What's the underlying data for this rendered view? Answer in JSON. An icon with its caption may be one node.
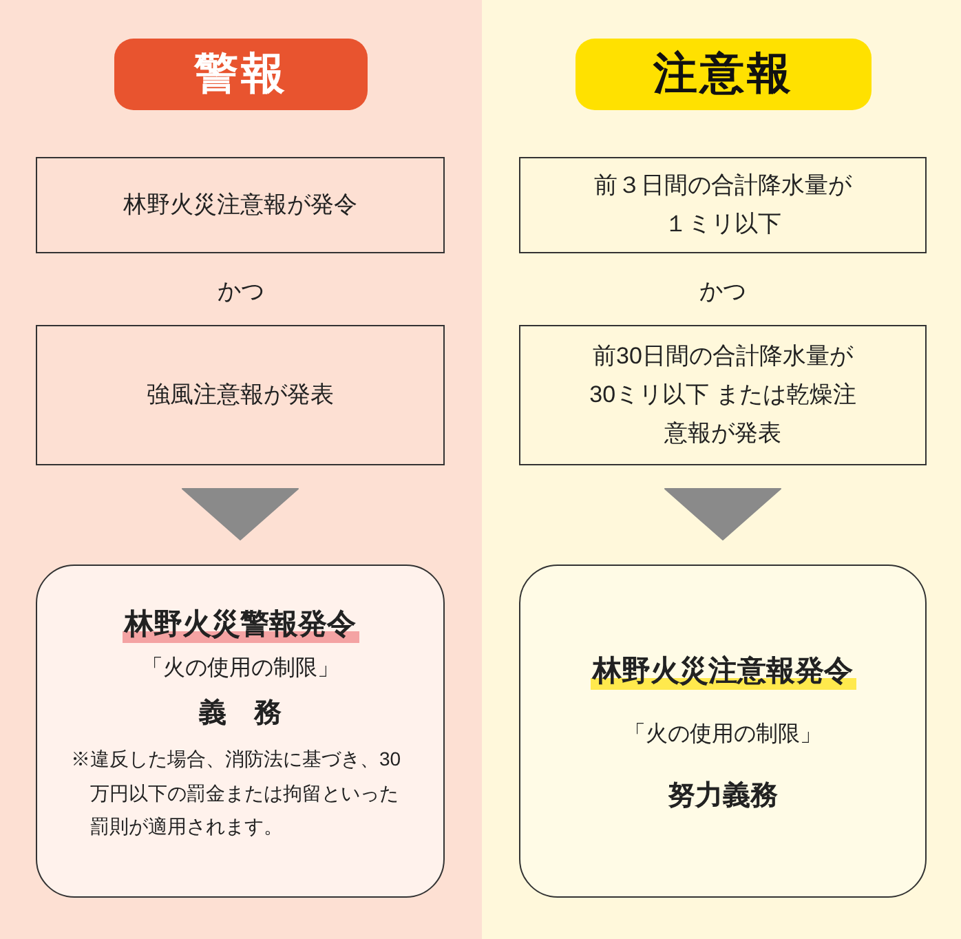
{
  "diagram": {
    "nodes": [
      {
        "text": [
          "警報"
        ]
      },
      {
        "text": [
          "注意報"
        ]
      },
      {
        "text": [
          "林野火災注意報が発令"
        ]
      },
      {
        "text": [
          "前３日間の合計降水量が１ミリ以下"
        ]
      },
      {
        "text": [
          "強風注意報が発表"
        ]
      },
      {
        "text": [
          "前30日間の合計降水量が30ミリ以下 または乾燥注意報が発表"
        ]
      },
      {
        "text": [
          "林野火災警報発令",
          "「火の使用の制限」",
          "義　務",
          "※違反した場合、消防法に基づき、30万円以下の罰金または拘留といった罰則が適用されます。"
        ]
      },
      {
        "text": [
          "林野火災注意報発令",
          "「火の使用の制限」",
          "努力義務"
        ]
      }
    ],
    "edges": [
      {
        "from": 4,
        "to": 6,
        "arrow": "to"
      },
      {
        "from": 5,
        "to": 7,
        "arrow": "to"
      }
    ],
    "labels": [
      "かつ",
      "かつ"
    ]
  }
}
